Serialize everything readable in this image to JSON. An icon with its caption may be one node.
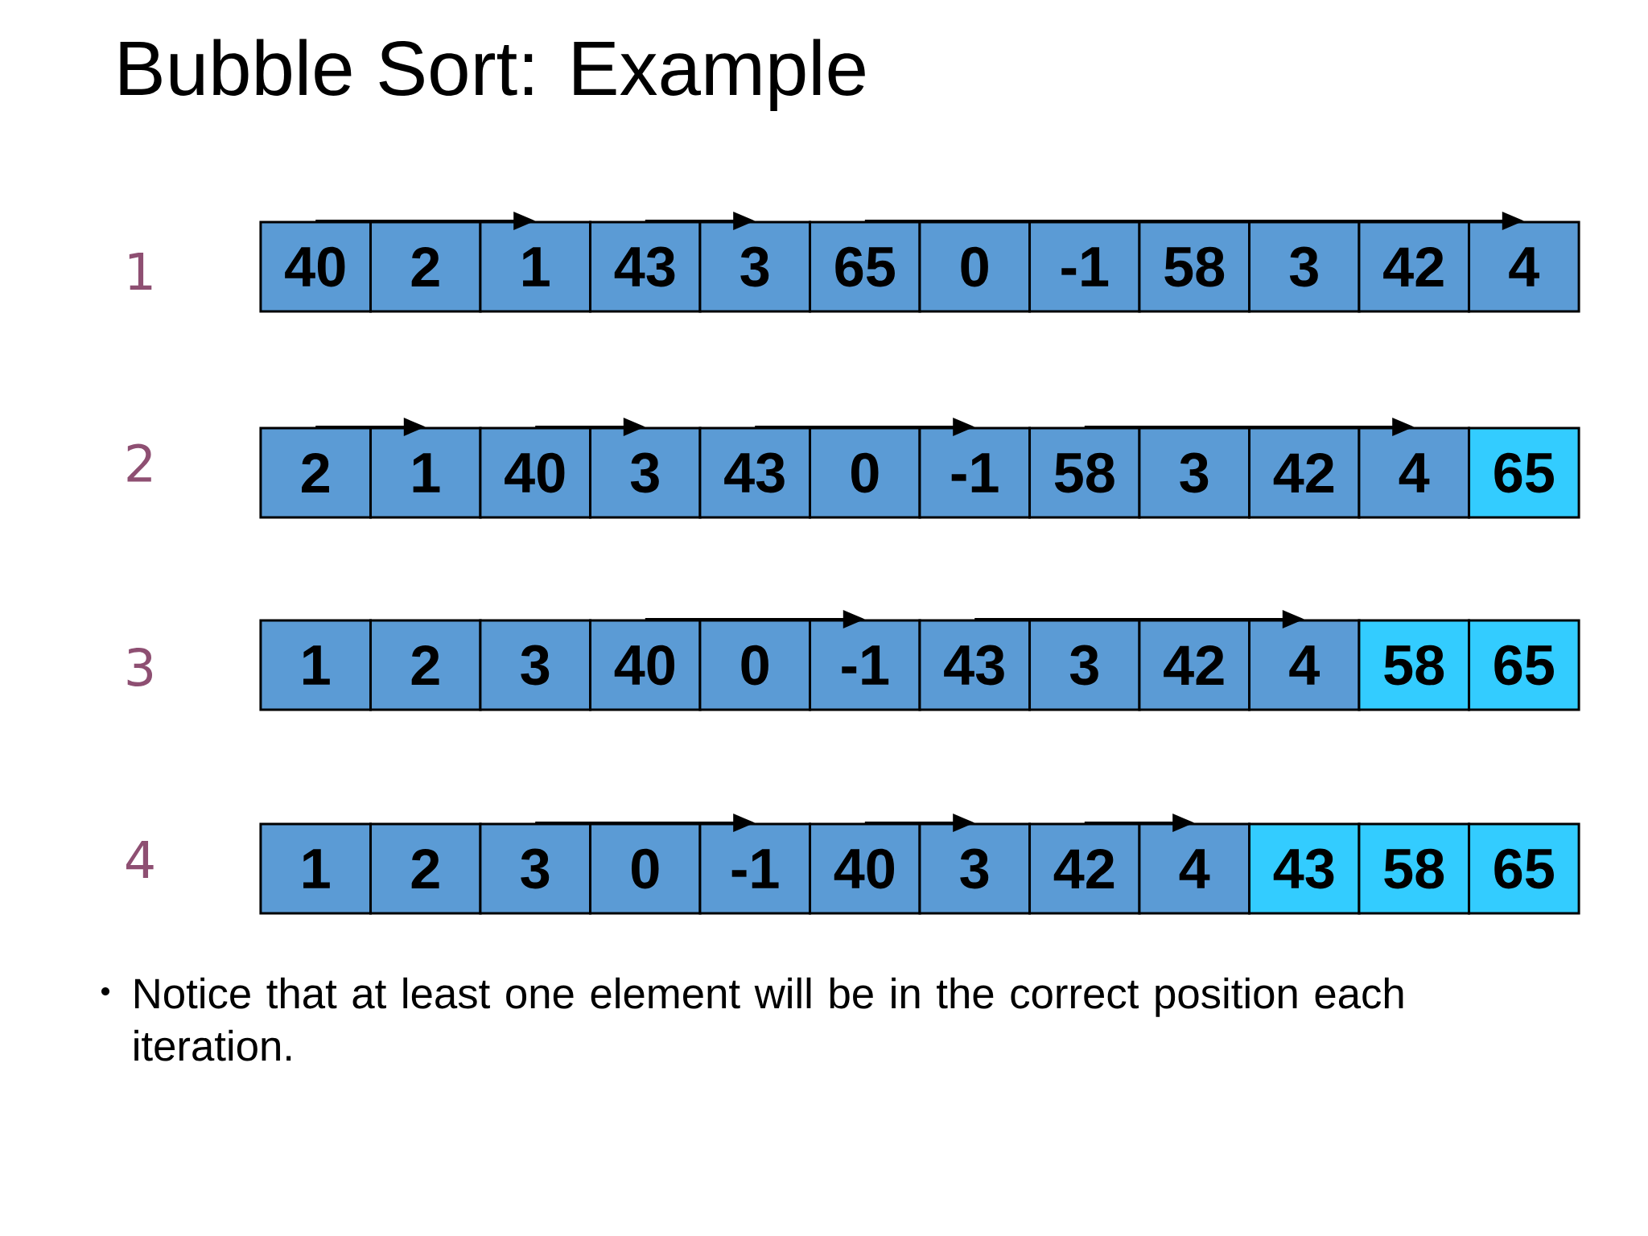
{
  "diagram": {
    "title": "Bubble Sort: Example",
    "nodes": [
      {
        "text": [
          "40"
        ]
      },
      {
        "text": [
          "2"
        ]
      },
      {
        "text": [
          "1"
        ]
      },
      {
        "text": [
          "43"
        ]
      },
      {
        "text": [
          "3"
        ]
      },
      {
        "text": [
          "65"
        ]
      },
      {
        "text": [
          "0"
        ]
      },
      {
        "text": [
          "-1"
        ]
      },
      {
        "text": [
          "58"
        ]
      },
      {
        "text": [
          "3"
        ]
      },
      {
        "text": [
          "42"
        ]
      },
      {
        "text": [
          "4"
        ]
      },
      {
        "text": [
          "2"
        ]
      },
      {
        "text": [
          "1"
        ]
      },
      {
        "text": [
          "40"
        ]
      },
      {
        "text": [
          "3"
        ]
      },
      {
        "text": [
          "43"
        ]
      },
      {
        "text": [
          "0"
        ]
      },
      {
        "text": [
          "-1"
        ]
      },
      {
        "text": [
          "58"
        ]
      },
      {
        "text": [
          "3"
        ]
      },
      {
        "text": [
          "42"
        ]
      },
      {
        "text": [
          "4"
        ]
      },
      {
        "text": [
          "65"
        ]
      },
      {
        "text": [
          "1"
        ]
      },
      {
        "text": [
          "2"
        ]
      },
      {
        "text": [
          "3"
        ]
      },
      {
        "text": [
          "40"
        ]
      },
      {
        "text": [
          "0"
        ]
      },
      {
        "text": [
          "-1"
        ]
      },
      {
        "text": [
          "43"
        ]
      },
      {
        "text": [
          "3"
        ]
      },
      {
        "text": [
          "42"
        ]
      },
      {
        "text": [
          "4"
        ]
      },
      {
        "text": [
          "58"
        ]
      },
      {
        "text": [
          "65"
        ]
      },
      {
        "text": [
          "1"
        ]
      },
      {
        "text": [
          "2"
        ]
      },
      {
        "text": [
          "3"
        ]
      },
      {
        "text": [
          "0"
        ]
      },
      {
        "text": [
          "-1"
        ]
      },
      {
        "text": [
          "40"
        ]
      },
      {
        "text": [
          "3"
        ]
      },
      {
        "text": [
          "42"
        ]
      },
      {
        "text": [
          "4"
        ]
      },
      {
        "text": [
          "43"
        ]
      },
      {
        "text": [
          "58"
        ]
      },
      {
        "text": [
          "65"
        ]
      }
    ],
    "edges": [
      {
        "from": 0,
        "to": 2,
        "arrow": "to"
      },
      {
        "from": 3,
        "to": 4,
        "arrow": "to"
      },
      {
        "from": 5,
        "to": 11,
        "arrow": "to"
      },
      {
        "from": 12,
        "to": 13,
        "arrow": "to"
      },
      {
        "from": 14,
        "to": 15,
        "arrow": "to"
      },
      {
        "from": 16,
        "to": 18,
        "arrow": "to"
      },
      {
        "from": 19,
        "to": 22,
        "arrow": "to"
      },
      {
        "from": 27,
        "to": 29,
        "arrow": "to"
      },
      {
        "from": 30,
        "to": 33,
        "arrow": "to"
      },
      {
        "from": 38,
        "to": 40,
        "arrow": "to"
      },
      {
        "from": 41,
        "to": 42,
        "arrow": "to"
      },
      {
        "from": 43,
        "to": 44,
        "arrow": "to"
      }
    ],
    "labels": [
      "1",
      "2",
      "3",
      "4",
      "Notice that at least one element will be in the correct position each iteration."
    ]
  }
}
